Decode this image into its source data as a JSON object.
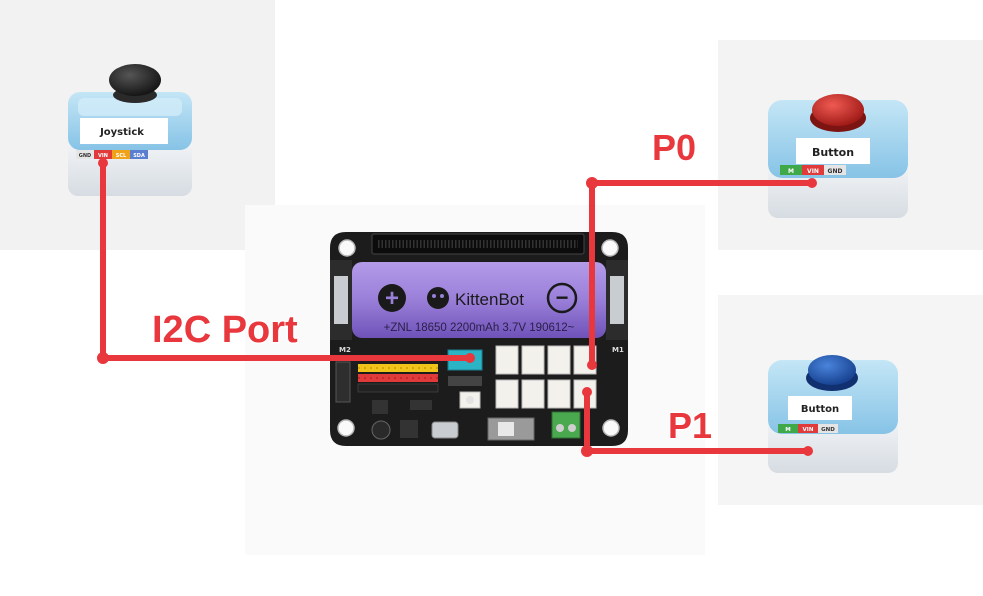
{
  "labels": {
    "i2c": "I2C Port",
    "p0": "P0",
    "p1": "P1"
  },
  "modules": {
    "joystick": {
      "name": "Joystick",
      "pins": [
        "GND",
        "VIN",
        "SCL",
        "SDA"
      ]
    },
    "button_red": {
      "name": "Button",
      "pins": [
        "M",
        "VIN",
        "GND"
      ],
      "cap_color": "#c8241f"
    },
    "button_blue": {
      "name": "Button",
      "pins": [
        "M",
        "VIN",
        "GND"
      ],
      "cap_color": "#1f56b8"
    }
  },
  "board": {
    "battery_brand": "KittenBot",
    "battery_spec": "+ZNL 18650 2200mAh 3.7V 190612~",
    "battery_plus": "+",
    "battery_minus": "−",
    "label_m2": "M2",
    "label_m1": "M1"
  },
  "colors": {
    "wire": "#e8373d",
    "module_body": "#9fd3ee",
    "battery": "#9a7fd9",
    "pcb": "#1c1c1c"
  }
}
